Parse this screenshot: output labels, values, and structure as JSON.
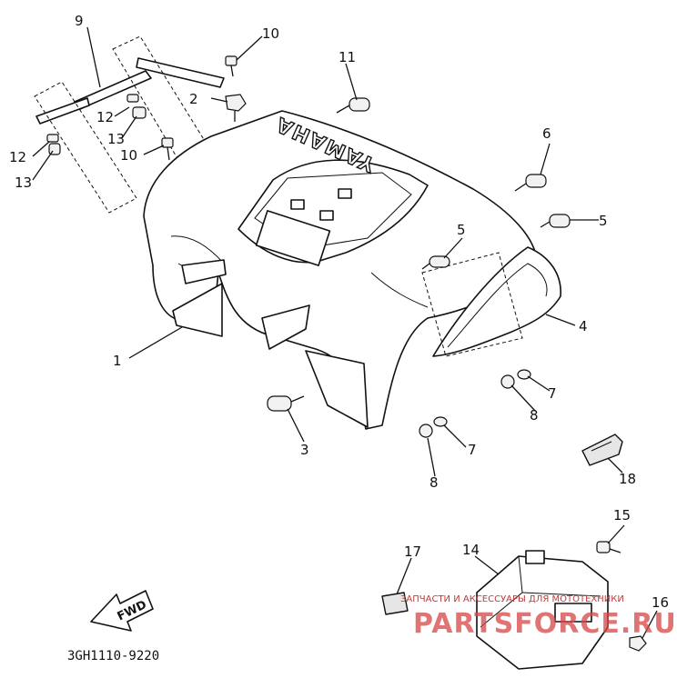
{
  "diagram_code": "3GH1110-9220",
  "brand_logo": "YAMAHA",
  "fwd_label": "FWD",
  "watermark": {
    "line1": "ЗАПЧАСТИ И АКСЕССУАРЫ ДЛЯ МОТОТЕХНИКИ",
    "site": "PARTSFORCE.RU"
  },
  "callouts": {
    "c1": "1",
    "c2": "2",
    "c3": "3",
    "c4": "4",
    "c5a": "5",
    "c5b": "5",
    "c6": "6",
    "c7a": "7",
    "c7b": "7",
    "c8a": "8",
    "c8b": "8",
    "c9": "9",
    "c10a": "10",
    "c10b": "10",
    "c11": "11",
    "c12a": "12",
    "c12b": "12",
    "c13a": "13",
    "c13b": "13",
    "c14": "14",
    "c15": "15",
    "c16": "16",
    "c17": "17",
    "c18": "18"
  },
  "colors": {
    "line": "#111111",
    "watermark": "#d64545"
  }
}
